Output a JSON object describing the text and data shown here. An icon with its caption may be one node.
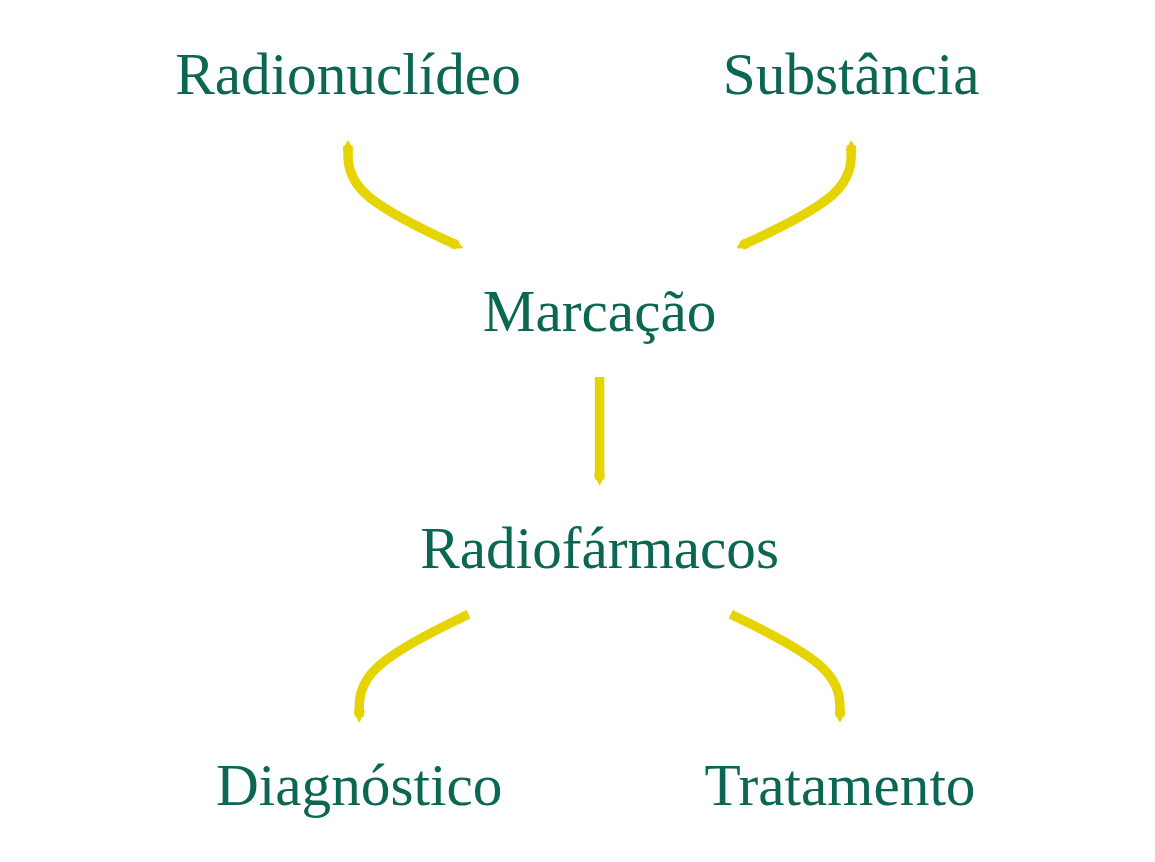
{
  "diagram": {
    "nodes": [
      {
        "text": [
          "Radionuclídeo"
        ]
      },
      {
        "text": [
          "Substância"
        ]
      },
      {
        "text": [
          "Marcação"
        ]
      },
      {
        "text": [
          "Radiofármacos"
        ]
      },
      {
        "text": [
          "Diagnóstico"
        ]
      },
      {
        "text": [
          "Tratamento"
        ]
      }
    ],
    "edges": [
      {
        "from": 0,
        "to": 2,
        "arrow": "both"
      },
      {
        "from": 1,
        "to": 2,
        "arrow": "both"
      },
      {
        "from": 2,
        "to": 3,
        "arrow": "to"
      },
      {
        "from": 3,
        "to": 4,
        "arrow": "to"
      },
      {
        "from": 3,
        "to": 5,
        "arrow": "to"
      }
    ]
  }
}
